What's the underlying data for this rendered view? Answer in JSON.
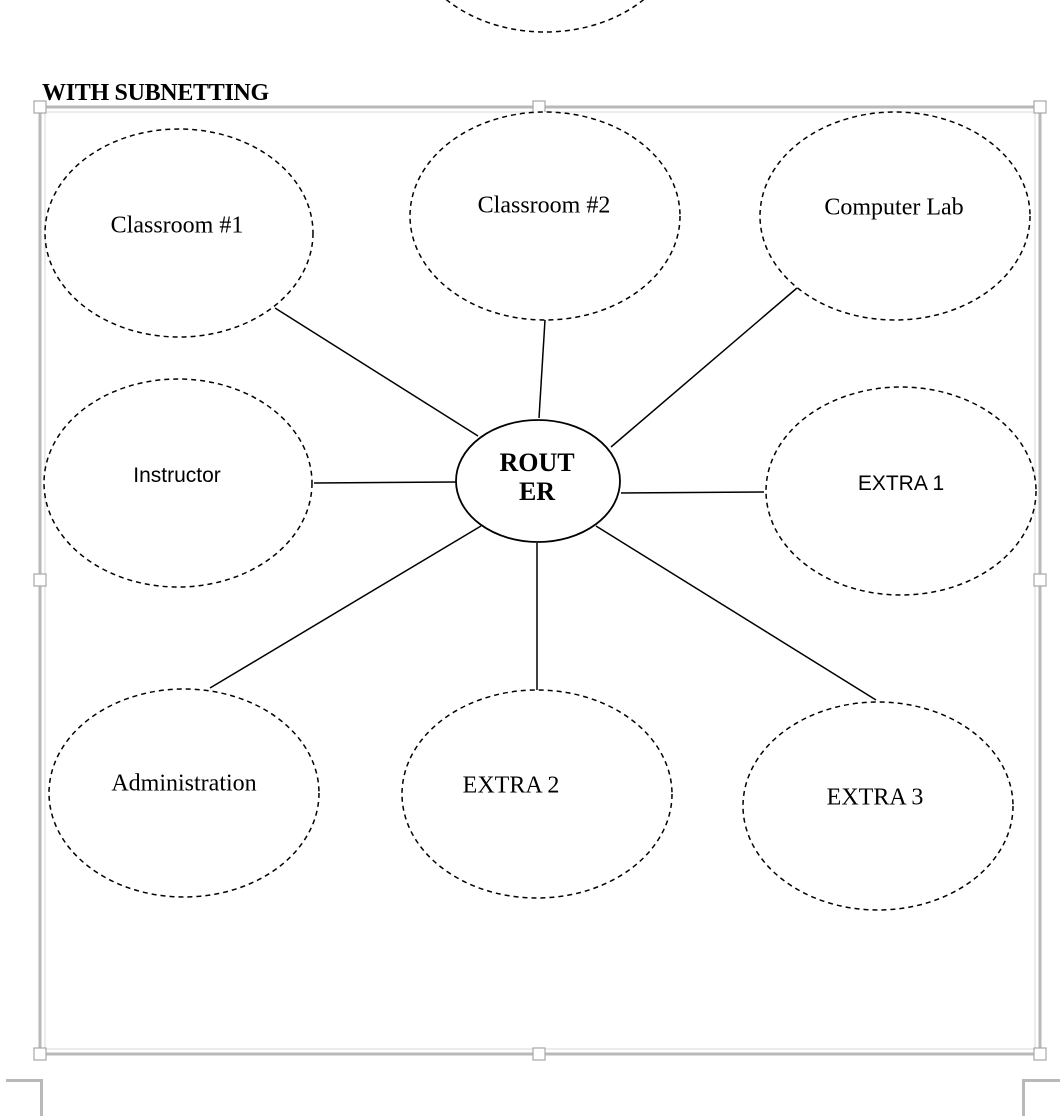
{
  "heading": "WITH SUBNETTING",
  "router": {
    "label": "ROUTER"
  },
  "nodes": {
    "classroom1": {
      "label": "Classroom #1"
    },
    "classroom2": {
      "label": "Classroom #2"
    },
    "computer_lab": {
      "label": "Computer Lab"
    },
    "instructor": {
      "label": "Instructor"
    },
    "extra1": {
      "label": "EXTRA 1"
    },
    "administration": {
      "label": "Administration"
    },
    "extra2": {
      "label": "EXTRA 2"
    },
    "extra3": {
      "label": "EXTRA 3"
    }
  },
  "colors": {
    "stroke": "#000000",
    "frame": "#b9b9b9",
    "background": "#ffffff"
  }
}
